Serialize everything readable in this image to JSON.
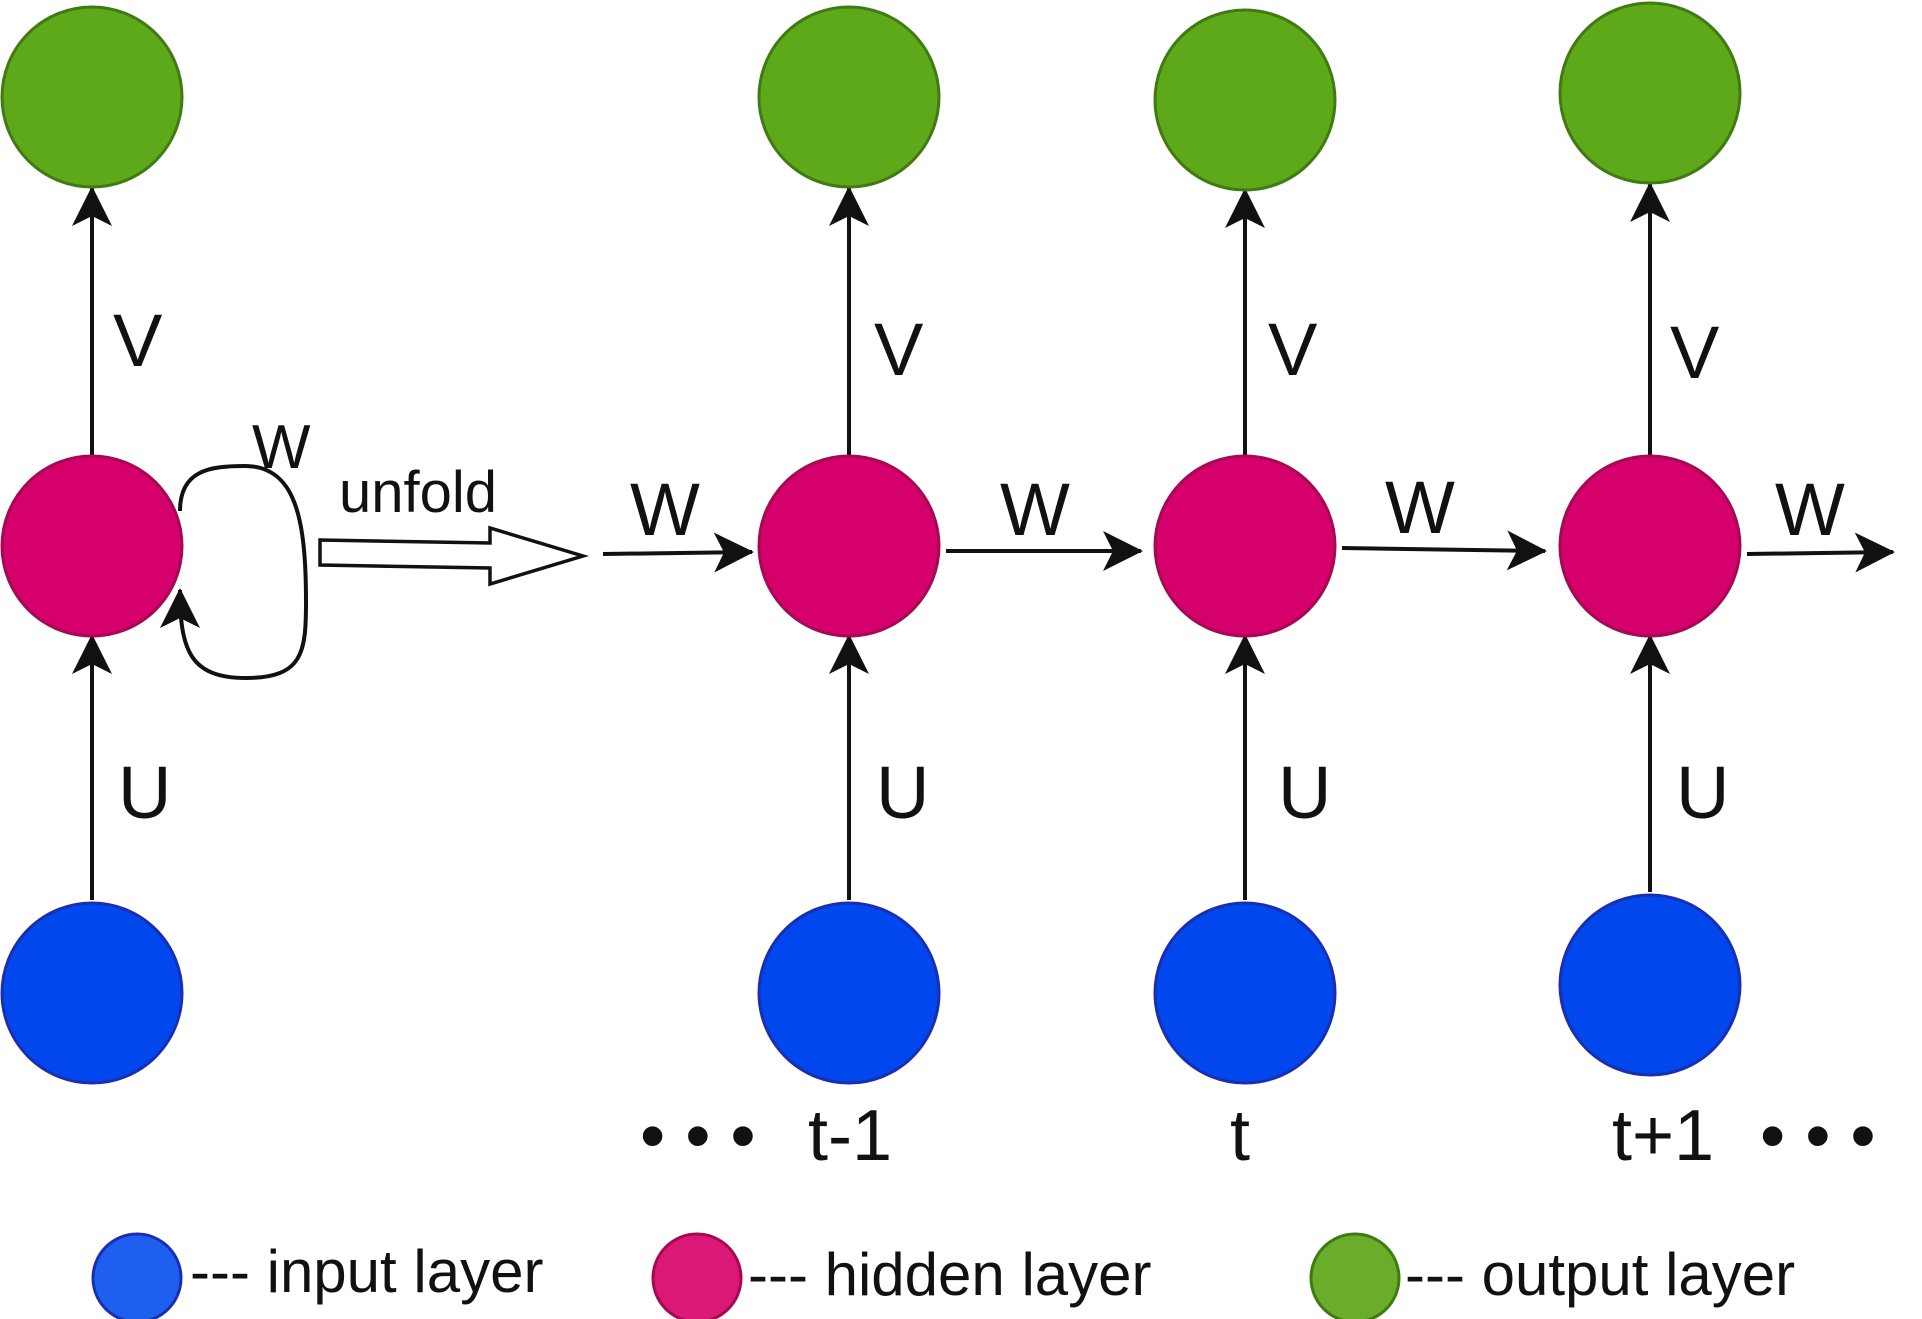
{
  "colors": {
    "input": "#0047ee",
    "input_stroke": "#1a2fb0",
    "hidden": "#d6006c",
    "hidden_stroke": "#a40a52",
    "output": "#5ea919",
    "output_stroke": "#3f7a12",
    "legend_input": "#1f5fef",
    "legend_hidden": "#dc1877",
    "legend_output": "#6aad2a"
  },
  "weights": {
    "U": "U",
    "V": "V",
    "W": "W"
  },
  "folded": {
    "loop_label": "W",
    "unfold_label": "unfold"
  },
  "unrolled": {
    "leading_ellipsis": "• • •",
    "trailing_ellipsis": "• • •",
    "steps": [
      {
        "time_label": "t-1"
      },
      {
        "time_label": "t"
      },
      {
        "time_label": "t+1"
      }
    ]
  },
  "legend": {
    "input": "--- input layer",
    "hidden": "--- hidden layer",
    "output": "--- output layer"
  }
}
